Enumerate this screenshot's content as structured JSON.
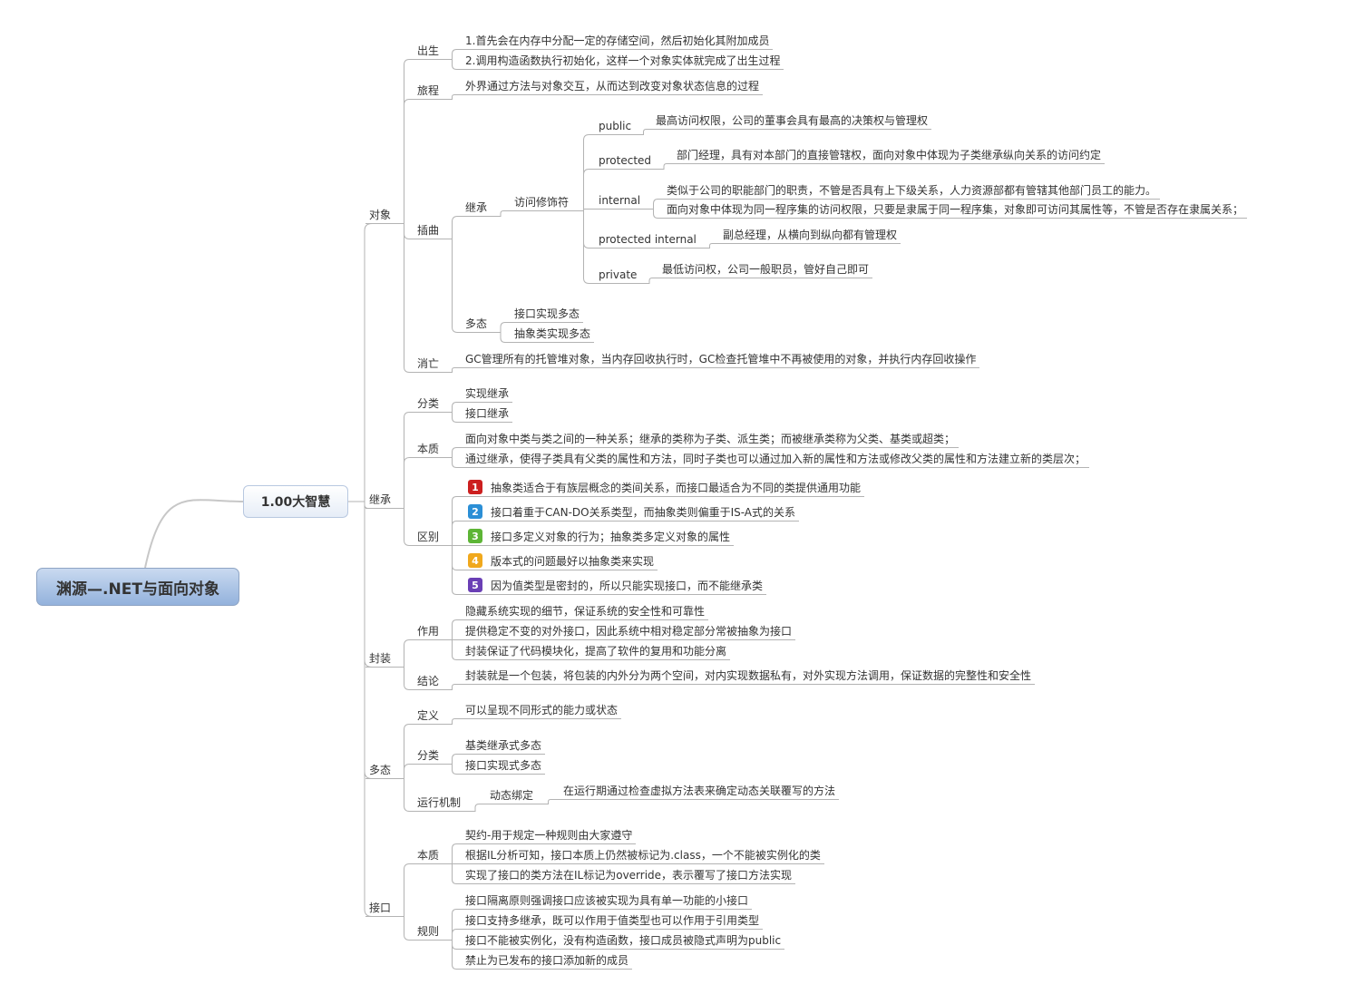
{
  "root": {
    "label": "渊源—.NET与面向对象"
  },
  "main": {
    "label": "1.00大智慧"
  },
  "colors": {
    "line": "#b3b3b3",
    "curve": "#c7c7c7",
    "text": "#333333"
  },
  "branches": {
    "duixiang": {
      "label": "对象",
      "chusheng": {
        "label": "出生",
        "items": [
          "1.首先会在内存中分配一定的存储空间，然后初始化其附加成员",
          "2.调用构造函数执行初始化，这样一个对象实体就完成了出生过程"
        ]
      },
      "licheng": {
        "label": "旅程",
        "items": [
          "外界通过方法与对象交互，从而达到改变对象状态信息的过程"
        ]
      },
      "chaqu": {
        "label": "插曲",
        "jicheng": {
          "label": "继承",
          "fangwen": {
            "label": "访问修饰符",
            "public": {
              "label": "public",
              "items": [
                "最高访问权限，公司的董事会具有最高的决策权与管理权"
              ]
            },
            "protected": {
              "label": "protected",
              "items": [
                "部门经理，具有对本部门的直接管辖权，面向对象中体现为子类继承纵向关系的访问约定"
              ]
            },
            "internal": {
              "label": "internal",
              "items": [
                "类似于公司的职能部门的职责，不管是否具有上下级关系，人力资源部都有管辖其他部门员工的能力。",
                "面向对象中体现为同一程序集的访问权限，只要是隶属于同一程序集，对象即可访问其属性等，不管是否存在隶属关系；"
              ]
            },
            "protected_internal": {
              "label": "protected internal",
              "items": [
                "副总经理，从横向到纵向都有管理权"
              ]
            },
            "private": {
              "label": "private",
              "items": [
                "最低访问权，公司一般职员，管好自己即可"
              ]
            }
          }
        },
        "duotai": {
          "label": "多态",
          "items": [
            "接口实现多态",
            "抽象类实现多态"
          ]
        }
      },
      "xiaowang": {
        "label": "消亡",
        "items": [
          "GC管理所有的托管堆对象，当内存回收执行时，GC检查托管堆中不再被使用的对象，并执行内存回收操作"
        ]
      }
    },
    "jicheng": {
      "label": "继承",
      "fenlei": {
        "label": "分类",
        "items": [
          "实现继承",
          "接口继承"
        ]
      },
      "benzhi": {
        "label": "本质",
        "items": [
          "面向对象中类与类之间的一种关系；继承的类称为子类、派生类；而被继承类称为父类、基类或超类；",
          "通过继承，使得子类具有父类的属性和方法，同时子类也可以通过加入新的属性和方法或修改父类的属性和方法建立新的类层次；"
        ]
      },
      "qubie": {
        "label": "区别",
        "markers": [
          "1",
          "2",
          "3",
          "4",
          "5"
        ],
        "marker_colors": [
          "#cc1f1f",
          "#2b8fd6",
          "#5db536",
          "#f0a81c",
          "#6a3fb5"
        ],
        "items": [
          "抽象类适合于有族层概念的类间关系，而接口最适合为不同的类提供通用功能",
          "接口着重于CAN-DO关系类型，而抽象类则偏重于IS-A式的关系",
          "接口多定义对象的行为；抽象类多定义对象的属性",
          "版本式的问题最好以抽象类来实现",
          "因为值类型是密封的，所以只能实现接口，而不能继承类"
        ]
      }
    },
    "fengzhuang": {
      "label": "封装",
      "zuoyong": {
        "label": "作用",
        "items": [
          "隐藏系统实现的细节，保证系统的安全性和可靠性",
          "提供稳定不变的对外接口，因此系统中相对稳定部分常被抽象为接口",
          "封装保证了代码模块化，提高了软件的复用和功能分离"
        ]
      },
      "jielun": {
        "label": "结论",
        "items": [
          "封装就是一个包装，将包装的内外分为两个空间，对内实现数据私有，对外实现方法调用，保证数据的完整性和安全性"
        ]
      }
    },
    "duotai": {
      "label": "多态",
      "dingyi": {
        "label": "定义",
        "items": [
          "可以呈现不同形式的能力或状态"
        ]
      },
      "fenlei": {
        "label": "分类",
        "items": [
          "基类继承式多态",
          "接口实现式多态"
        ]
      },
      "jizhi": {
        "label": "运行机制",
        "bangding": {
          "label": "动态绑定",
          "items": [
            "在运行期通过检查虚拟方法表来确定动态关联覆写的方法"
          ]
        }
      }
    },
    "jiekou": {
      "label": "接口",
      "benzhi": {
        "label": "本质",
        "items": [
          "契约-用于规定一种规则由大家遵守",
          "根据IL分析可知，接口本质上仍然被标记为.class，一个不能被实例化的类",
          "实现了接口的类方法在IL标记为override，表示覆写了接口方法实现"
        ]
      },
      "guize": {
        "label": "规则",
        "items": [
          "接口隔离原则强调接口应该被实现为具有单一功能的小接口",
          "接口支持多继承，既可以作用于值类型也可以作用于引用类型",
          "接口不能被实例化，没有构造函数，接口成员被隐式声明为public",
          "禁止为已发布的接口添加新的成员"
        ]
      }
    }
  }
}
